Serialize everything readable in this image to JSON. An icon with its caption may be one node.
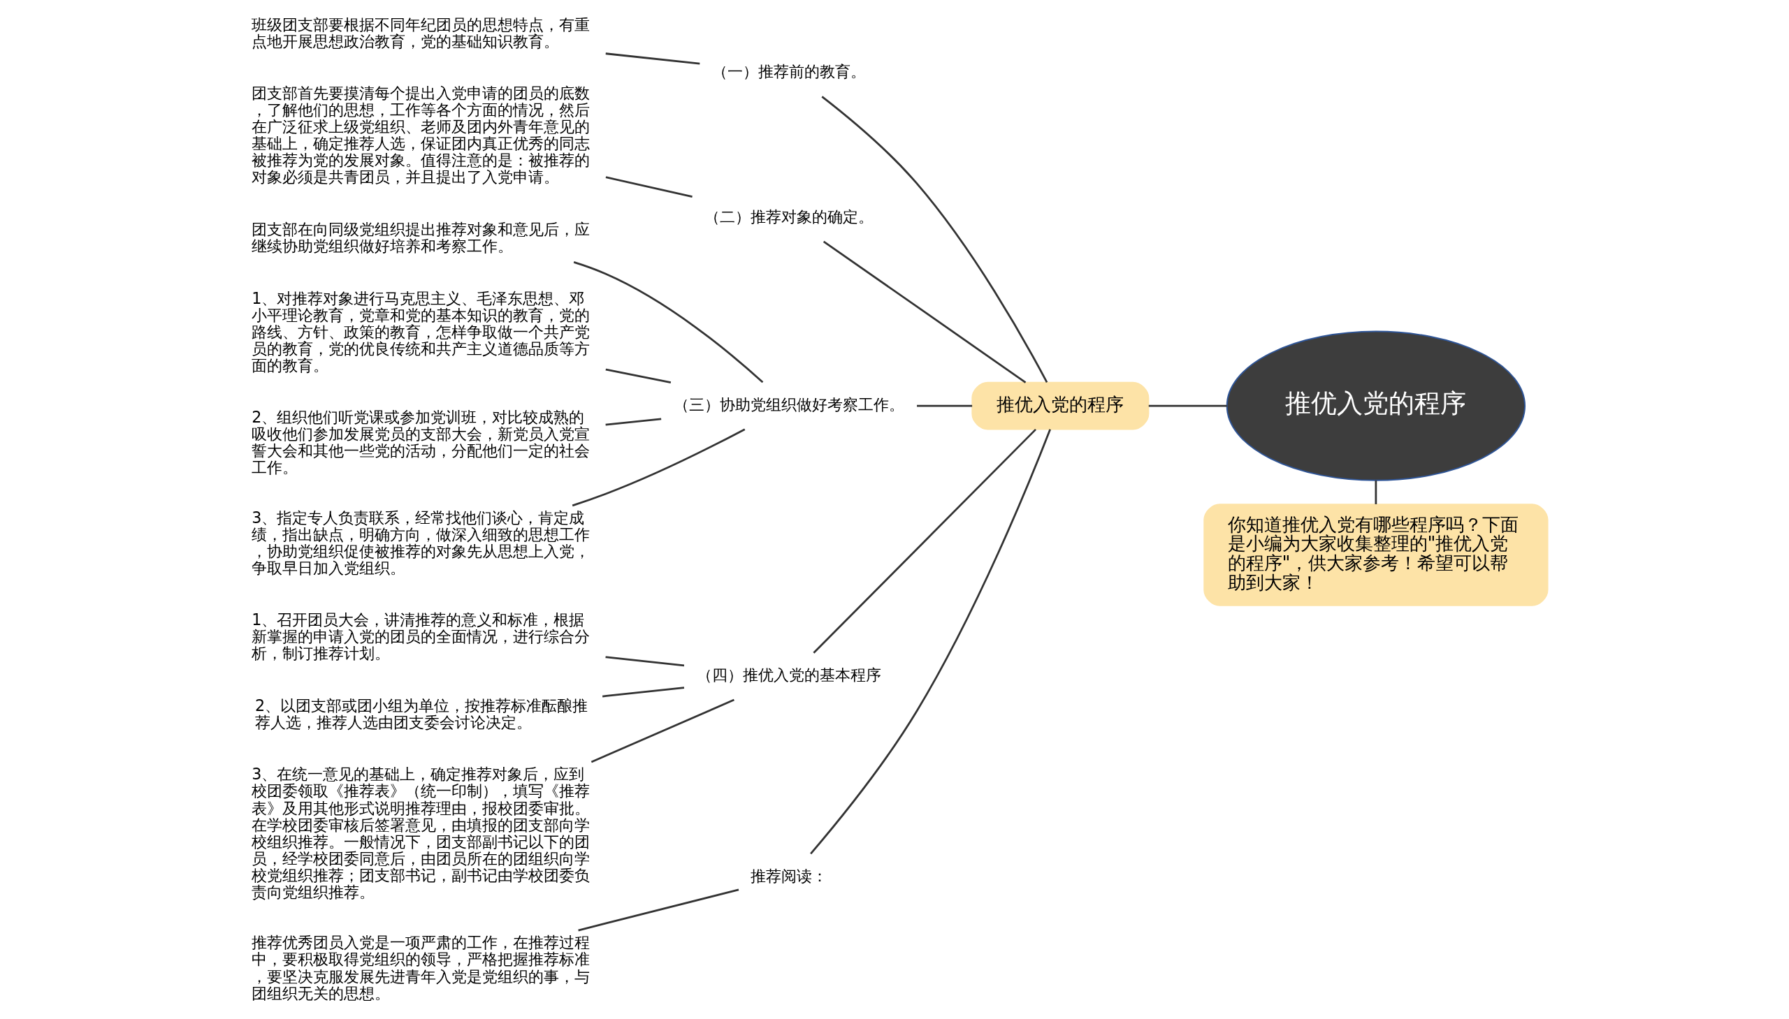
{
  "diagram": {
    "nodes": [
      {
        "text": [
          "推优入党的程序"
        ]
      },
      {
        "text": [
          "你知道推优入党有哪些程序吗？下面是小编为大家收集整理的\"推优入党的程序\"，供大家参考！希望可以帮助到大家！"
        ]
      },
      {
        "text": [
          "推优入党的程序"
        ]
      },
      {
        "text": [
          "（一）推荐前的教育。"
        ]
      },
      {
        "text": [
          "（二）推荐对象的确定。"
        ]
      },
      {
        "text": [
          "（三）协助党组织做好考察工作。"
        ]
      },
      {
        "text": [
          "（四）推优入党的基本程序"
        ]
      },
      {
        "text": [
          "推荐阅读："
        ]
      },
      {
        "text": [
          "班级团支部要根据不同年纪团员的思想特点，有重点地开展思想政治教育，党的基础知识教育。"
        ]
      },
      {
        "text": [
          "团支部首先要摸清每个提出入党申请的团员的底数，了解他们的思想，工作等各个方面的情况，然后在广泛征求上级党组织、老师及团内外青年意见的基础上，确定推荐人选，保证团内真正优秀的同志被推荐为党的发展对象。值得注意的是：被推荐的对象必须是共青团员，并且提出了入党申请。"
        ]
      },
      {
        "text": [
          "团支部在向同级党组织提出推荐对象和意见后，应继续协助党组织做好培养和考察工作。"
        ]
      },
      {
        "text": [
          "1、对推荐对象进行马克思主义、毛泽东思想、邓小平理论教育，党章和党的基本知识的教育，党的路线、方针、政策的教育，怎样争取做一个共产党员的教育，党的优良传统和共产主义道德品质等方面的教育。"
        ]
      },
      {
        "text": [
          "2、组织他们听党课或参加党训班，对比较成熟的吸收他们参加发展党员的支部大会，新党员入党宣誓大会和其他一些党的活动，分配他们一定的社会工作。"
        ]
      },
      {
        "text": [
          "3、指定专人负责联系，经常找他们谈心，肯定成绩，指出缺点，明确方向，做深入细致的思想工作，协助党组织促使被推荐的对象先从思想上入党，争取早日加入党组织。"
        ]
      },
      {
        "text": [
          "1、召开团员大会，讲清推荐的意义和标准，根据新掌握的申请入党的团员的全面情况，进行综合分析，制订推荐计划。"
        ]
      },
      {
        "text": [
          "2、以团支部或团小组为单位，按推荐标准酝酿推荐人选，推荐人选由团支委会讨论决定。"
        ]
      },
      {
        "text": [
          "3、在统一意见的基础上，确定推荐对象后，应到校团委领取《推荐表》（统一印制），填写《推荐表》及用其他形式说明推荐理由，报校团委审批。在学校团委审核后签署意见，由填报的团支部向学校组织推荐。一般情况下，团支部副书记以下的团员，经学校团委同意后，由团员所在的团组织向学校党组织推荐；团支部书记，副书记由学校团委负责向党组织推荐。"
        ]
      },
      {
        "text": [
          "推荐优秀团员入党是一项严肃的工作，在推荐过程中，要积极取得党组织的领导，严格把握推荐标准，要坚决克服发展先进青年入党是党组织的事，与团组织无关的思想。"
        ]
      }
    ],
    "edges": [
      {
        "from": 0,
        "to": 1,
        "arrow": "none"
      },
      {
        "from": 0,
        "to": 2,
        "arrow": "none"
      },
      {
        "from": 2,
        "to": 3,
        "arrow": "none"
      },
      {
        "from": 2,
        "to": 4,
        "arrow": "none"
      },
      {
        "from": 2,
        "to": 5,
        "arrow": "none"
      },
      {
        "from": 2,
        "to": 6,
        "arrow": "none"
      },
      {
        "from": 2,
        "to": 7,
        "arrow": "none"
      },
      {
        "from": 3,
        "to": 8,
        "arrow": "none"
      },
      {
        "from": 4,
        "to": 9,
        "arrow": "none"
      },
      {
        "from": 5,
        "to": 10,
        "arrow": "none"
      },
      {
        "from": 5,
        "to": 11,
        "arrow": "none"
      },
      {
        "from": 5,
        "to": 12,
        "arrow": "none"
      },
      {
        "from": 5,
        "to": 13,
        "arrow": "none"
      },
      {
        "from": 6,
        "to": 14,
        "arrow": "none"
      },
      {
        "from": 6,
        "to": 15,
        "arrow": "none"
      },
      {
        "from": 6,
        "to": 16,
        "arrow": "none"
      },
      {
        "from": 7,
        "to": 17,
        "arrow": "none"
      }
    ]
  }
}
